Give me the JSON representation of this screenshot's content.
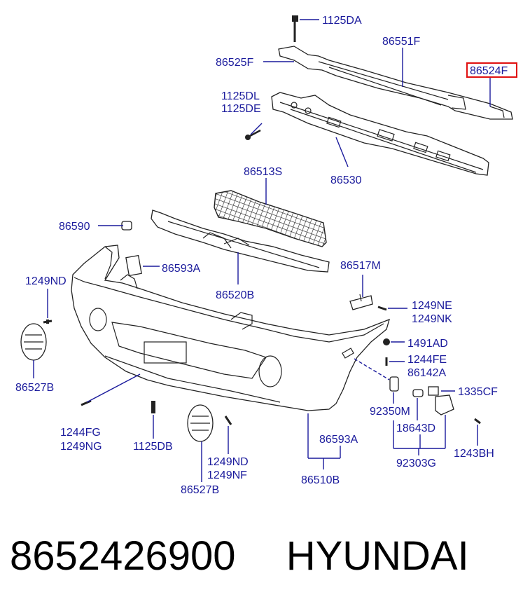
{
  "diagram": {
    "labels": {
      "l_1125DA": "1125DA",
      "l_86551F": "86551F",
      "l_86525F": "86525F",
      "l_86524F": "86524F",
      "l_1125DL": "1125DL",
      "l_1125DE": "1125DE",
      "l_86530": "86530",
      "l_86513S": "86513S",
      "l_86590": "86590",
      "l_86593A_top": "86593A",
      "l_86520B": "86520B",
      "l_1249ND_left": "1249ND",
      "l_86517M": "86517M",
      "l_1249NE": "1249NE",
      "l_1249NK": "1249NK",
      "l_1491AD": "1491AD",
      "l_1244FE": "1244FE",
      "l_86142A": "86142A",
      "l_1335CF": "1335CF",
      "l_86527B_left": "86527B",
      "l_92350M": "92350M",
      "l_18643D": "18643D",
      "l_1244FG": "1244FG",
      "l_1249NG": "1249NG",
      "l_1125DB": "1125DB",
      "l_86593A_bottom": "86593A",
      "l_1249ND_bottom": "1249ND",
      "l_1249NF": "1249NF",
      "l_92303G": "92303G",
      "l_1243BH": "1243BH",
      "l_86527B_bottom": "86527B",
      "l_86510B": "86510B"
    },
    "highlight_color": "#e01010",
    "label_color": "#1a1a9c"
  },
  "footer": {
    "part_number": "8652426900",
    "brand": "HYUNDAI"
  }
}
